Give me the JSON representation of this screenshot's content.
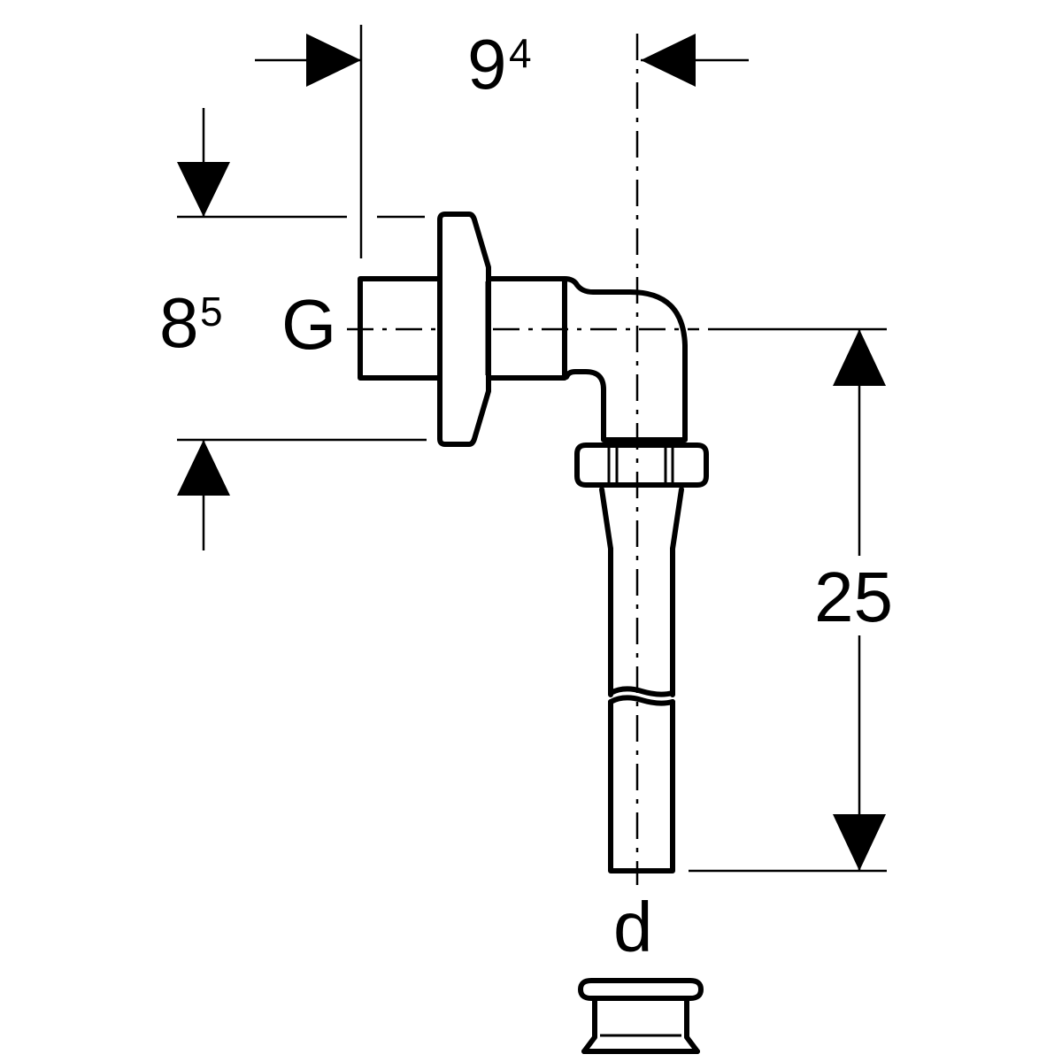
{
  "dimensions": {
    "horizontal_offset": {
      "main": "9",
      "sup": "4"
    },
    "flange_height": {
      "main": "8",
      "sup": "5"
    },
    "thread_label": "G",
    "pipe_length": "25",
    "outlet_diameter": "d"
  },
  "colors": {
    "line": "#000000",
    "background": "#ffffff"
  }
}
